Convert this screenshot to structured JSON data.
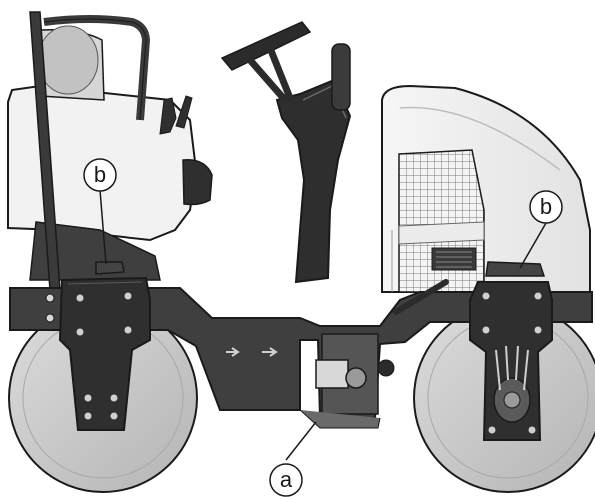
{
  "callouts": {
    "a": {
      "label": "a"
    },
    "b_left": {
      "label": "b"
    },
    "b_right": {
      "label": "b"
    }
  },
  "colors": {
    "frame_dark": "#3f3f3f",
    "hood_light": "#ececec",
    "drum_gray": "#c9c9c9",
    "outline": "#1a1a1a"
  }
}
